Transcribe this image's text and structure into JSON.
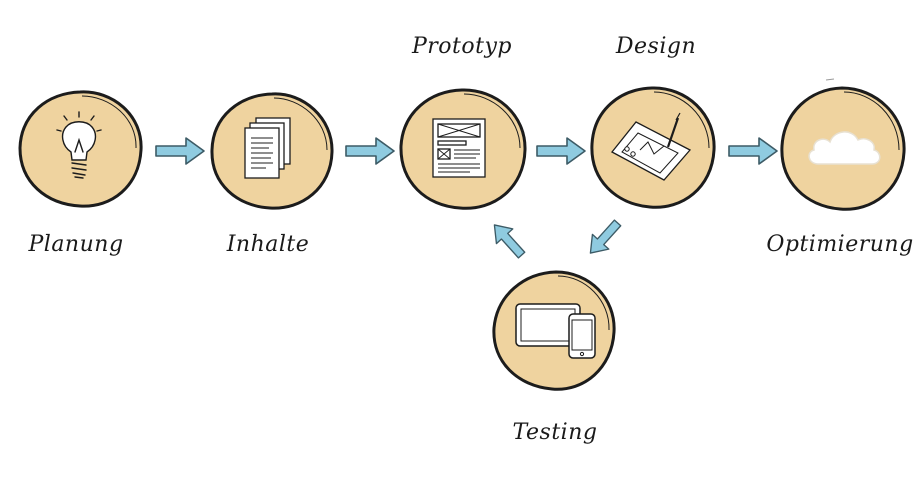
{
  "colors": {
    "circle_fill": "#efd39f",
    "outline": "#1c1c1c",
    "arrow": "#8fcbe0",
    "arrow_outline": "#3d5b66",
    "icon_fill": "#ffffff"
  },
  "steps": {
    "planung": {
      "label": "Planung",
      "icon": "lightbulb-icon"
    },
    "inhalte": {
      "label": "Inhalte",
      "icon": "documents-icon"
    },
    "prototyp": {
      "label": "Prototyp",
      "icon": "wireframe-icon"
    },
    "design": {
      "label": "Design",
      "icon": "drawing-tablet-icon"
    },
    "optimierung": {
      "label": "Optimierung",
      "icon": "cloud-icon"
    },
    "testing": {
      "label": "Testing",
      "icon": "devices-icon"
    }
  },
  "arrows": [
    {
      "from": "planung",
      "to": "inhalte"
    },
    {
      "from": "inhalte",
      "to": "prototyp"
    },
    {
      "from": "prototyp",
      "to": "design"
    },
    {
      "from": "design",
      "to": "optimierung"
    },
    {
      "from": "design",
      "to": "testing"
    },
    {
      "from": "testing",
      "to": "prototyp"
    }
  ]
}
